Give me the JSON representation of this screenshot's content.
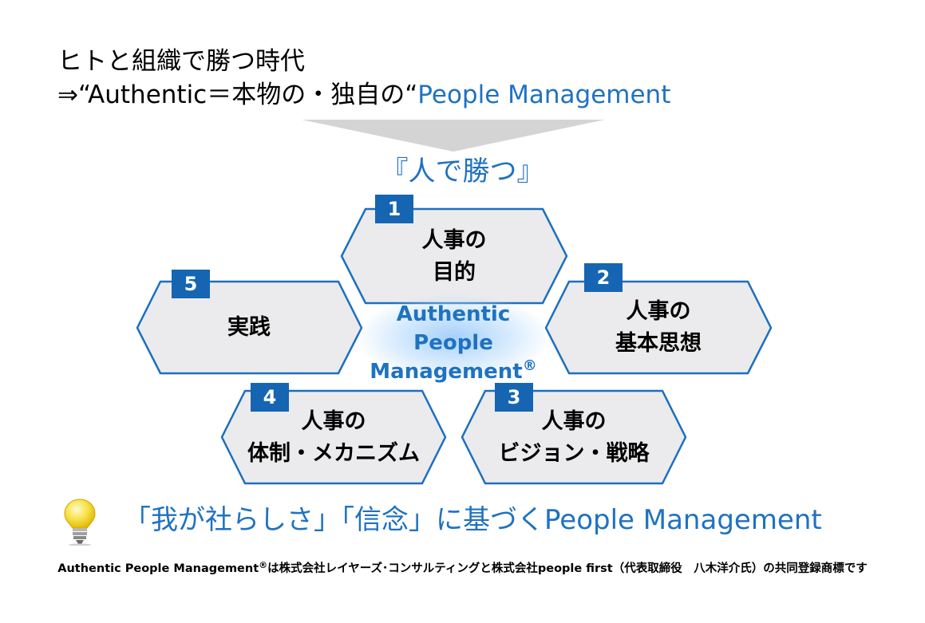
{
  "header": {
    "line1": "ヒトと組織で勝つ時代",
    "line2_prefix": "⇒“Authentic＝本物の・独自の“",
    "line2_highlight": "People Management"
  },
  "subtitle": "『人で勝つ』",
  "center": {
    "line1": "Authentic",
    "line2": "People",
    "line3": "Management",
    "mark": "®"
  },
  "items": [
    {
      "num": "1",
      "line1": "人事の",
      "line2": "目的"
    },
    {
      "num": "2",
      "line1": "人事の",
      "line2": "基本思想"
    },
    {
      "num": "3",
      "line1": "人事の",
      "line2": "ビジョン・戦略"
    },
    {
      "num": "4",
      "line1": "人事の",
      "line2": "体制・メカニズム"
    },
    {
      "num": "5",
      "line1": "実践",
      "line2": ""
    }
  ],
  "bottom": {
    "text": "「我が社らしさ」「信念」に基づくPeople Management"
  },
  "footnote": {
    "part1": "Authentic People Management",
    "mark": "®",
    "part2": "は株式会社レイヤーズ･コンサルティングと株式会社people first（代表取締役　八木洋介氏）の共同登録商標です"
  },
  "colors": {
    "accent": "#1f72c0",
    "badge": "#1565b3",
    "hex_fill": "#ebebed",
    "hex_stroke": "#1c6fbf"
  }
}
